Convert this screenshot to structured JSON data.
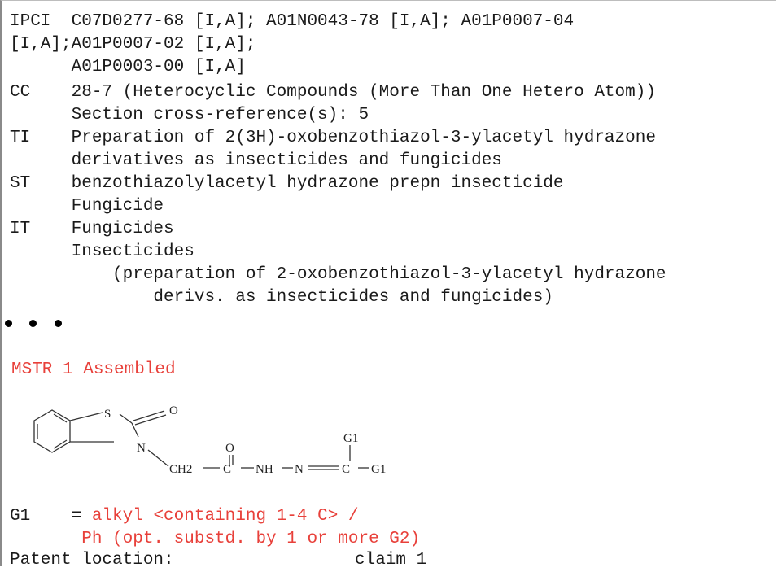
{
  "ipci": {
    "line1": "IPCI  C07D0277-68 [I,A]; A01N0043-78 [I,A]; A01P0007-04",
    "line2": "[I,A];A01P0007-02 [I,A];",
    "line3": "      A01P0003-00 [I,A]"
  },
  "cc": {
    "line1": "CC    28-7 (Heterocyclic Compounds (More Than One Hetero Atom))",
    "line2": "      Section cross-reference(s): 5"
  },
  "ti": {
    "line1": "TI    Preparation of 2(3H)-oxobenzothiazol-3-ylacetyl hydrazone",
    "line2": "      derivatives as insecticides and fungicides"
  },
  "st": {
    "line1": "ST    benzothiazolylacetyl hydrazone prepn insecticide",
    "line2": "      Fungicide"
  },
  "it": {
    "line1": "IT    Fungicides",
    "line2": "      Insecticides",
    "line3": "          (preparation of 2-oxobenzothiazol-3-ylacetyl hydrazone",
    "line4": "              derivs. as insecticides and fungicides)"
  },
  "mstr": "MSTR 1 Assembled",
  "structure": {
    "s": "S",
    "o_top": "O",
    "n": "N",
    "ch2": "CH2",
    "o_carbonyl": "O",
    "c1": "C",
    "nh": "NH",
    "n2": "N",
    "c2": "C",
    "g1_top": "G1",
    "g1_right": "G1"
  },
  "g1_def": {
    "label": "G1",
    "eq": "    = ",
    "line1": "alkyl <containing 1-4 C> /",
    "line2": "       Ph (opt. substd. by 1 or more G2)"
  },
  "patent": {
    "label": "Patent location:",
    "value": "claim 1"
  }
}
